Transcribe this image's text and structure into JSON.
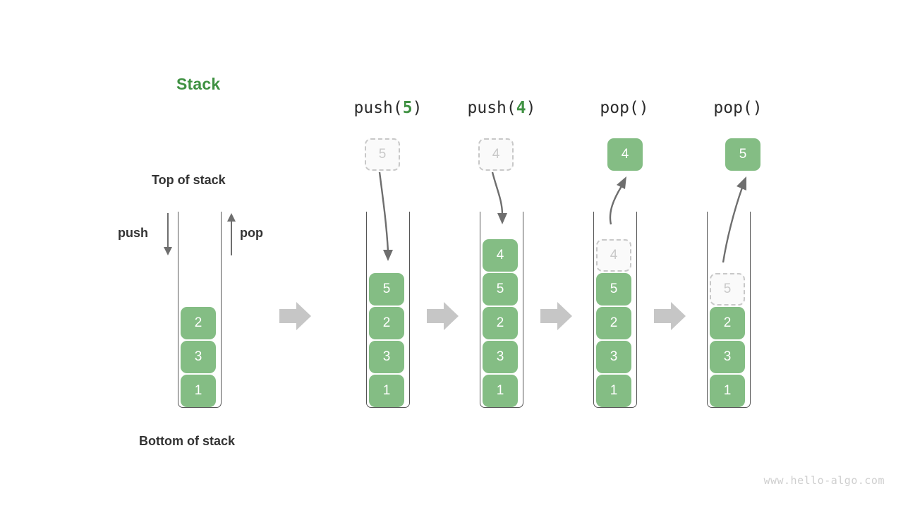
{
  "diagram": {
    "title": "Stack",
    "title_color": "#3f9142",
    "cell_color": "#84bd84",
    "ghost_color": "#c9c9c9",
    "arrow_color": "#6e6e6e",
    "block_arrow_color": "#c6c6c6",
    "watermark": "www.hello-algo.com"
  },
  "labels": {
    "top_of_stack": "Top of stack",
    "bottom_of_stack": "Bottom of stack",
    "push": "push",
    "pop": "pop"
  },
  "stages": [
    {
      "id": "initial",
      "op_label": "",
      "op_prefix": "",
      "op_arg": "",
      "op_suffix": "",
      "cells": [
        "1",
        "3",
        "2"
      ],
      "ghost_index": -1,
      "float_value": "",
      "float_kind": "none"
    },
    {
      "id": "push-5",
      "op_label": "push(5)",
      "op_prefix": "push(",
      "op_arg": "5",
      "op_suffix": ")",
      "cells": [
        "1",
        "3",
        "2",
        "5"
      ],
      "ghost_index": -1,
      "float_value": "5",
      "float_kind": "ghost"
    },
    {
      "id": "push-4",
      "op_label": "push(4)",
      "op_prefix": "push(",
      "op_arg": "4",
      "op_suffix": ")",
      "cells": [
        "1",
        "3",
        "2",
        "5",
        "4"
      ],
      "ghost_index": -1,
      "float_value": "4",
      "float_kind": "ghost"
    },
    {
      "id": "pop-4",
      "op_label": "pop()",
      "op_prefix": "pop(",
      "op_arg": "",
      "op_suffix": ")",
      "cells": [
        "1",
        "3",
        "2",
        "5",
        "4"
      ],
      "ghost_index": 4,
      "float_value": "4",
      "float_kind": "solid"
    },
    {
      "id": "pop-5",
      "op_label": "pop()",
      "op_prefix": "pop(",
      "op_arg": "",
      "op_suffix": ")",
      "cells": [
        "1",
        "3",
        "2",
        "5"
      ],
      "ghost_index": 3,
      "float_value": "5",
      "float_kind": "solid"
    }
  ]
}
